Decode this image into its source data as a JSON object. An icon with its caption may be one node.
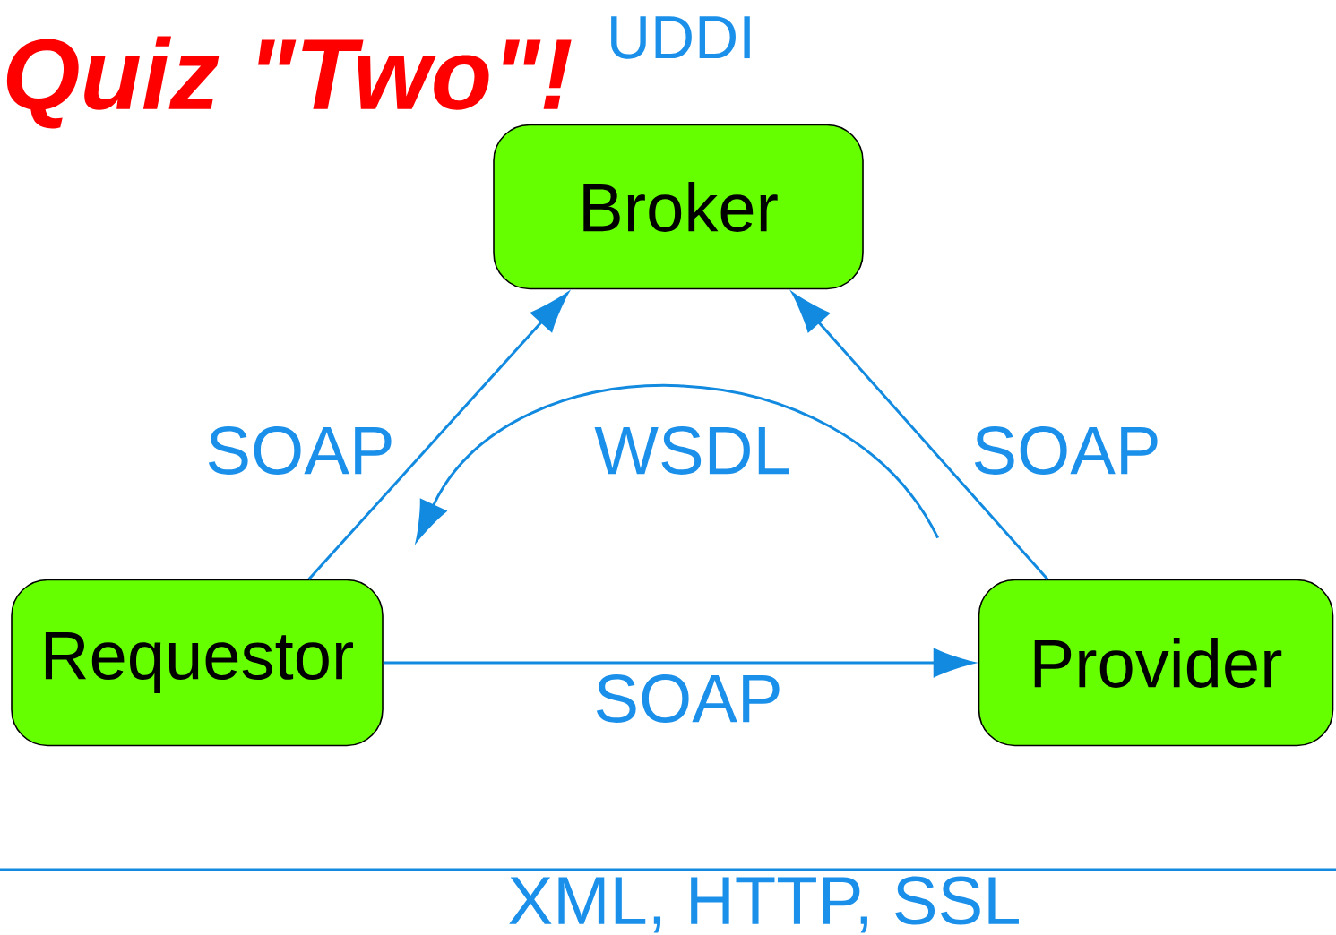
{
  "diagram": {
    "title": "Quiz  \"Two\"!",
    "nodes": [
      {
        "text": [
          "Broker"
        ],
        "beside": [
          "UDDI"
        ]
      },
      {
        "text": [
          "Requestor"
        ]
      },
      {
        "text": [
          "Provider"
        ]
      }
    ],
    "edges": [
      {
        "from": 1,
        "to": 0,
        "arrow": "to",
        "label": "SOAP"
      },
      {
        "from": 2,
        "to": 0,
        "arrow": "to",
        "label": "SOAP"
      },
      {
        "from": 2,
        "to": 1,
        "arrow": "to",
        "label": "WSDL"
      },
      {
        "from": 1,
        "to": 2,
        "arrow": "to",
        "label": "SOAP"
      }
    ],
    "labels": [
      "XML, HTTP, SSL"
    ]
  }
}
